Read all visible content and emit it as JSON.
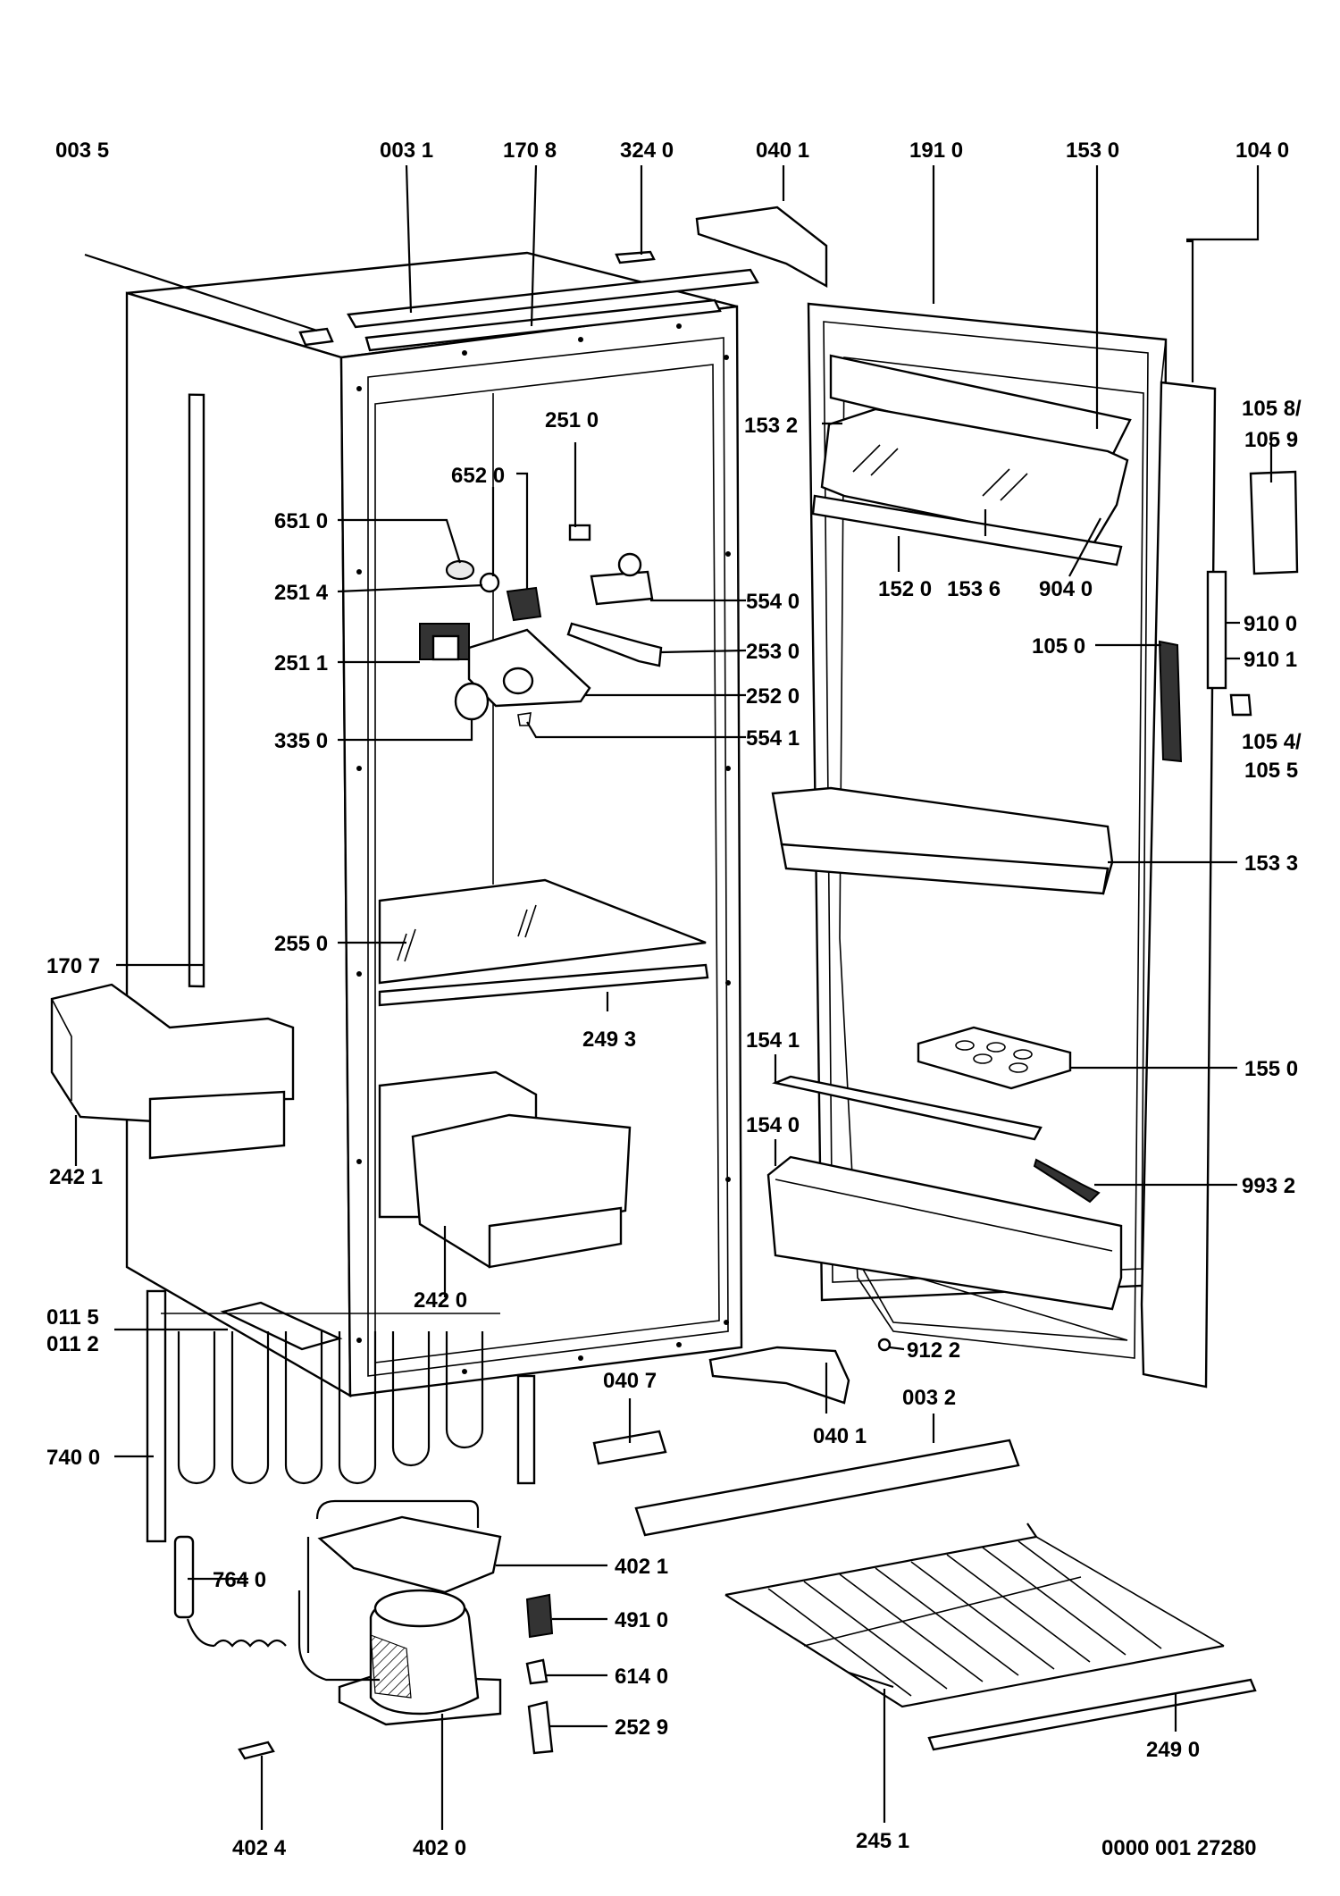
{
  "labels": {
    "l_0035": "003 5",
    "l_0031": "003 1",
    "l_1708": "170 8",
    "l_3240": "324 0",
    "l_0401a": "040 1",
    "l_1910": "191 0",
    "l_1530": "153 0",
    "l_1040": "104 0",
    "l_1058": "105 8/",
    "l_1059": "105 9",
    "l_2510": "251 0",
    "l_6520": "652 0",
    "l_1532": "153 2",
    "l_6510": "651 0",
    "l_2514": "251 4",
    "l_5540": "554 0",
    "l_1520": "152 0",
    "l_1536": "153 6",
    "l_9040": "904 0",
    "l_2511": "251 1",
    "l_2530": "253 0",
    "l_9100": "910 0",
    "l_1050": "105 0",
    "l_9101": "910 1",
    "l_2520": "252 0",
    "l_3350": "335 0",
    "l_5541": "554 1",
    "l_1054": "105 4/",
    "l_1055": "105 5",
    "l_1533": "153 3",
    "l_2550": "255 0",
    "l_1707": "170 7",
    "l_2493": "249 3",
    "l_1541": "154 1",
    "l_1550": "155 0",
    "l_1540": "154 0",
    "l_2421": "242 1",
    "l_9932": "993 2",
    "l_2420": "242 0",
    "l_0115": "011 5",
    "l_0112": "011 2",
    "l_9122": "912 2",
    "l_0407": "040 7",
    "l_0032": "003 2",
    "l_0401b": "040 1",
    "l_7400": "740 0",
    "l_7640": "764 0",
    "l_4021": "402 1",
    "l_4910": "491 0",
    "l_6140": "614 0",
    "l_2529": "252 9",
    "l_2490": "249 0",
    "l_2451": "245 1",
    "l_4024": "402 4",
    "l_4020": "402 0",
    "doc_number": "0000 001 27280"
  }
}
